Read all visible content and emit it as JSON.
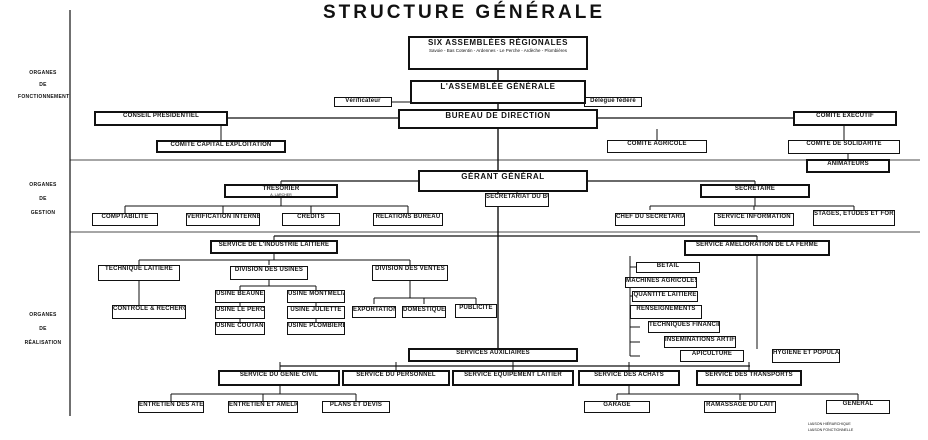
{
  "title": "STRUCTURE GÉNÉRALE",
  "side_labels": {
    "fonctionnement": [
      "ORGANES",
      "DE",
      "FONCTIONNEMENT"
    ],
    "gestion": [
      "ORGANES",
      "DE",
      "GESTION"
    ],
    "realisation": [
      "ORGANES",
      "DE",
      "RÉALISATION"
    ]
  },
  "boxes": {
    "assemblees_regionales": {
      "title": "SIX ASSEMBLÉES RÉGIONALES",
      "sub": "Savoie - Bas Cotentin - Ardennes - Le Perche - Ardèche - Plombières"
    },
    "verificateur": {
      "title": "Vérificateur",
      "sub": ""
    },
    "delegue_federe": {
      "title": "Délégué fédéré",
      "sub": ""
    },
    "assemblee_generale": {
      "title": "L'ASSEMBLÉE GÉNÉRALE",
      "sub": ""
    },
    "conseil_presidentiel": {
      "title": "CONSEIL PRÉSIDENTIEL",
      "sub": ""
    },
    "bureau_direction": {
      "title": "BUREAU DE DIRECTION",
      "sub": ""
    },
    "comite_executif": {
      "title": "COMITÉ EXÉCUTIF",
      "sub": ""
    },
    "comite_capital": {
      "title": "COMITÉ CAPITAL EXPLOITATION",
      "sub": ""
    },
    "comite_agricole": {
      "title": "COMITÉ AGRICOLE",
      "sub": ""
    },
    "comite_solidarite": {
      "title": "COMITÉ DE SOLIDARITÉ",
      "sub": ""
    },
    "animateurs": {
      "title": "ANIMATEURS",
      "sub": ""
    },
    "gerant_general": {
      "title": "GÉRANT GÉNÉRAL",
      "sub": ""
    },
    "tresorier": {
      "title": "TRÉSORIER",
      "sub": "A. LARCHER"
    },
    "secretariat_bureau": {
      "title": "SECRÉTARIAT DU BUREAU",
      "sub": ""
    },
    "secretaire": {
      "title": "SECRÉTAIRE",
      "sub": ""
    },
    "comptabilite": {
      "title": "COMPTABILITÉ",
      "sub": ""
    },
    "verification_interne": {
      "title": "VÉRIFICATION INTERNE",
      "sub": ""
    },
    "credits": {
      "title": "CRÉDITS",
      "sub": ""
    },
    "relations_bureau": {
      "title": "RELATIONS BUREAU",
      "sub": ""
    },
    "chef_secretariat": {
      "title": "CHEF DU SECRÉTARIAT",
      "sub": ""
    },
    "service_information": {
      "title": "SERVICE INFORMATION",
      "sub": ""
    },
    "stages_formation": {
      "title": "STAGES, ÉTUDES ET FORMATION",
      "sub": ""
    },
    "service_industrie": {
      "title": "SERVICE DE L'INDUSTRIE LAITIÈRE",
      "sub": ""
    },
    "service_amelioration": {
      "title": "SERVICE AMÉLIORATION DE LA FERME",
      "sub": ""
    },
    "technique_laitiere": {
      "title": "TECHNIQUE LAITIÈRE",
      "sub": ""
    },
    "division_usines": {
      "title": "DIVISION DES USINES",
      "sub": ""
    },
    "division_ventes": {
      "title": "DIVISION DES VENTES",
      "sub": ""
    },
    "controle_recherche": {
      "title": "CONTRÔLE & RECHERCHE",
      "sub": ""
    },
    "usine_beaune": {
      "title": "USINE BEAUNE",
      "sub": ""
    },
    "usine_montmelian": {
      "title": "USINE MONTMÉLIAN",
      "sub": ""
    },
    "usine_perche": {
      "title": "USINE LE PERCHE",
      "sub": ""
    },
    "usine_juliette": {
      "title": "USINE JULIETTE",
      "sub": ""
    },
    "usine_coutances": {
      "title": "USINE COUTANCES",
      "sub": ""
    },
    "usine_plombieres": {
      "title": "USINE PLOMBIÈRES",
      "sub": ""
    },
    "exportation": {
      "title": "EXPORTATION",
      "sub": ""
    },
    "domestiques": {
      "title": "DOMESTIQUES",
      "sub": ""
    },
    "publicite": {
      "title": "PUBLICITÉ",
      "sub": ""
    },
    "betail": {
      "title": "BÉTAIL",
      "sub": ""
    },
    "machines_agricoles": {
      "title": "MACHINES AGRICOLES",
      "sub": ""
    },
    "quantite_laitiere": {
      "title": "QUANTITÉ LAITIÈRE",
      "sub": ""
    },
    "renseignements": {
      "title": "RENSEIGNEMENTS",
      "sub": ""
    },
    "techniques_financieres": {
      "title": "TECHNIQUES FINANCIÈRES",
      "sub": ""
    },
    "inseminations": {
      "title": "INSÉMINATIONS ARTIFICIELLES",
      "sub": ""
    },
    "apiculture": {
      "title": "APICULTURE",
      "sub": ""
    },
    "hygiene": {
      "title": "HYGIÈNE ET POPULARITÉ",
      "sub": ""
    },
    "services_auxiliaires": {
      "title": "SERVICES AUXILIAIRES",
      "sub": ""
    },
    "genie_civil": {
      "title": "SERVICE DU GÉNIE CIVIL",
      "sub": ""
    },
    "personnel": {
      "title": "SERVICE DU PERSONNEL",
      "sub": ""
    },
    "equipement_laitier": {
      "title": "SERVICE ÉQUIPEMENT LAITIER",
      "sub": ""
    },
    "achats": {
      "title": "SERVICE DES ACHATS",
      "sub": ""
    },
    "transports": {
      "title": "SERVICE DES TRANSPORTS",
      "sub": ""
    },
    "ateliers": {
      "title": "ENTRETIEN DES ATELIERS",
      "sub": ""
    },
    "entretien_amelioration": {
      "title": "ENTRETIEN ET AMÉLIORATION",
      "sub": ""
    },
    "plans_devis": {
      "title": "PLANS ET DEVIS",
      "sub": ""
    },
    "garage": {
      "title": "GARAGE",
      "sub": ""
    },
    "ramassage": {
      "title": "RAMASSAGE DU LAIT",
      "sub": ""
    },
    "general": {
      "title": "GÉNÉRAL",
      "sub": ""
    }
  },
  "legend": [
    "LIAISON HIÉRARCHIQUE",
    "LIAISON FONCTIONNELLE"
  ]
}
